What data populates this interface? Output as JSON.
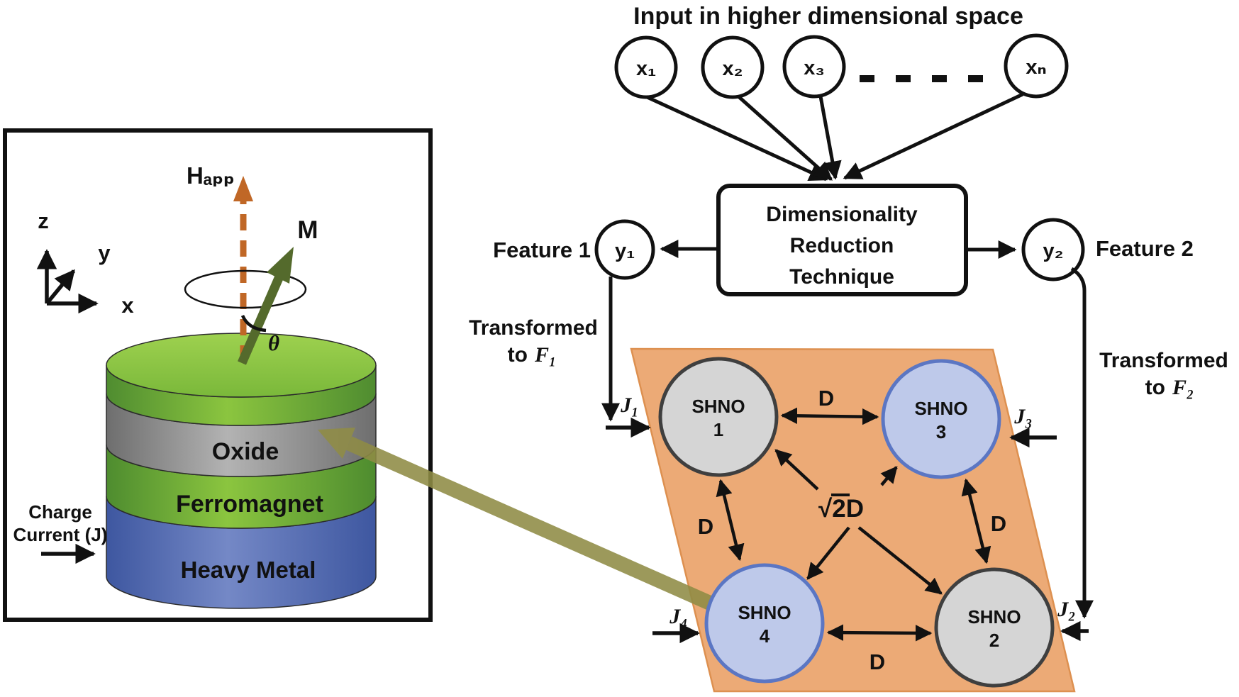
{
  "device_panel": {
    "axis_z": "z",
    "axis_y": "y",
    "axis_x": "x",
    "applied_field": "Hₐₚₚ",
    "magnetization": "M",
    "precession_angle": "θ",
    "charge_current_line1": "Charge",
    "charge_current_line2": "Current (J)",
    "layer_oxide": "Oxide",
    "layer_ferromagnet": "Ferromagnet",
    "layer_heavy_metal": "Heavy Metal"
  },
  "flow": {
    "title": "Input in higher dimensional space",
    "inputs": [
      "x₁",
      "x₂",
      "x₃",
      "xₙ"
    ],
    "reducer_line1": "Dimensionality",
    "reducer_line2": "Reduction",
    "reducer_line3": "Technique",
    "output1": "y₁",
    "output2": "y₂",
    "feature1": "Feature 1",
    "feature2": "Feature 2",
    "transformed": "Transformed",
    "to": "to",
    "f1": "F₁",
    "f2": "F₂"
  },
  "array": {
    "unit_word": "SHNO",
    "units": [
      "1",
      "3",
      "4",
      "2"
    ],
    "spacing": "D",
    "diagonal_spacing": "√2D",
    "j1": "J₁",
    "j2": "J₂",
    "j3": "J₃",
    "j4": "J₄"
  },
  "colors": {
    "substrate_fill": "#ecaa76",
    "substrate_edge": "#dd9050",
    "shno_gray_fill": "#d5d5d5",
    "shno_gray_edge": "#3f3f3f",
    "shno_blue_fill": "#bec9ea",
    "shno_blue_edge": "#5b76c3",
    "field_arrow": "#c06726",
    "magnetization_arrow": "#546a2c",
    "link_arrow": "#8f8c45",
    "ferromagnet_green": "#6db33f",
    "oxide_gray": "#8c8c8c",
    "heavy_metal_blue": "#5571b5"
  }
}
